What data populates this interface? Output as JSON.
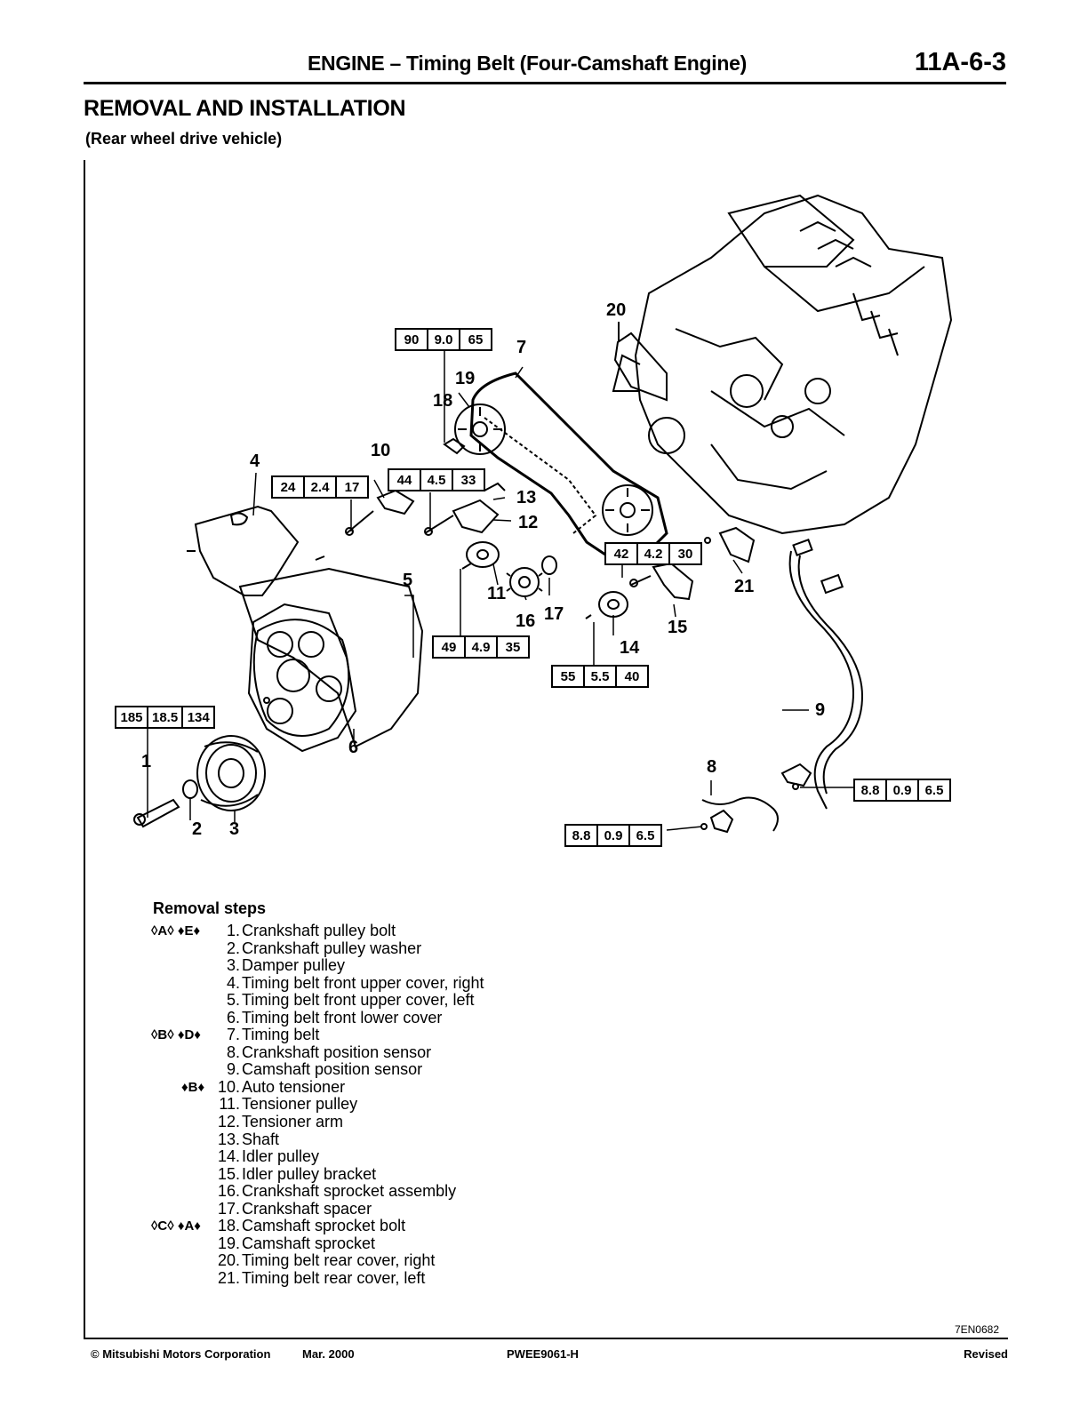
{
  "header": {
    "title": "ENGINE – Timing Belt (Four-Camshaft Engine)",
    "page_number": "11A-6-3"
  },
  "section": {
    "title": "REMOVAL AND INSTALLATION",
    "subtitle": "(Rear wheel drive vehicle)"
  },
  "torque_specs": [
    {
      "values": [
        "90",
        "9.0",
        "65"
      ]
    },
    {
      "values": [
        "24",
        "2.4",
        "17"
      ]
    },
    {
      "values": [
        "44",
        "4.5",
        "33"
      ]
    },
    {
      "values": [
        "42",
        "4.2",
        "30"
      ]
    },
    {
      "values": [
        "49",
        "4.9",
        "35"
      ]
    },
    {
      "values": [
        "55",
        "5.5",
        "40"
      ]
    },
    {
      "values": [
        "185",
        "18.5",
        "134"
      ]
    },
    {
      "values": [
        "8.8",
        "0.9",
        "6.5"
      ]
    },
    {
      "values": [
        "8.8",
        "0.9",
        "6.5"
      ]
    }
  ],
  "callouts": [
    "1",
    "2",
    "3",
    "4",
    "5",
    "6",
    "7",
    "8",
    "9",
    "10",
    "11",
    "12",
    "13",
    "14",
    "15",
    "16",
    "17",
    "18",
    "19",
    "20",
    "21"
  ],
  "removal": {
    "heading": "Removal steps",
    "steps": [
      {
        "marks": "◊A◊ ♦E♦",
        "num": "1.",
        "label": "Crankshaft pulley bolt"
      },
      {
        "marks": "",
        "num": "2.",
        "label": "Crankshaft pulley washer"
      },
      {
        "marks": "",
        "num": "3.",
        "label": "Damper pulley"
      },
      {
        "marks": "",
        "num": "4.",
        "label": "Timing belt front upper cover, right"
      },
      {
        "marks": "",
        "num": "5.",
        "label": "Timing belt front upper cover, left"
      },
      {
        "marks": "",
        "num": "6.",
        "label": "Timing belt front lower cover"
      },
      {
        "marks": "◊B◊ ♦D♦",
        "num": "7.",
        "label": "Timing belt"
      },
      {
        "marks": "",
        "num": "8.",
        "label": "Crankshaft position sensor"
      },
      {
        "marks": "",
        "num": "9.",
        "label": "Camshaft position sensor"
      },
      {
        "marks": "♦B♦",
        "num": "10.",
        "label": "Auto tensioner"
      },
      {
        "marks": "",
        "num": "11.",
        "label": "Tensioner pulley"
      },
      {
        "marks": "",
        "num": "12.",
        "label": "Tensioner arm"
      },
      {
        "marks": "",
        "num": "13.",
        "label": "Shaft"
      },
      {
        "marks": "",
        "num": "14.",
        "label": "Idler pulley"
      },
      {
        "marks": "",
        "num": "15.",
        "label": "Idler pulley bracket"
      },
      {
        "marks": "",
        "num": "16.",
        "label": "Crankshaft sprocket assembly"
      },
      {
        "marks": "",
        "num": "17.",
        "label": "Crankshaft spacer"
      },
      {
        "marks": "◊C◊ ♦A♦",
        "num": "18.",
        "label": "Camshaft sprocket bolt"
      },
      {
        "marks": "",
        "num": "19.",
        "label": "Camshaft sprocket"
      },
      {
        "marks": "",
        "num": "20.",
        "label": "Timing belt rear cover, right"
      },
      {
        "marks": "",
        "num": "21.",
        "label": "Timing belt rear cover, left"
      }
    ]
  },
  "figure_code": "7EN0682",
  "footer": {
    "copyright": "© Mitsubishi Motors Corporation",
    "date": "Mar. 2000",
    "doc_code": "PWEE9061-H",
    "status": "Revised"
  }
}
